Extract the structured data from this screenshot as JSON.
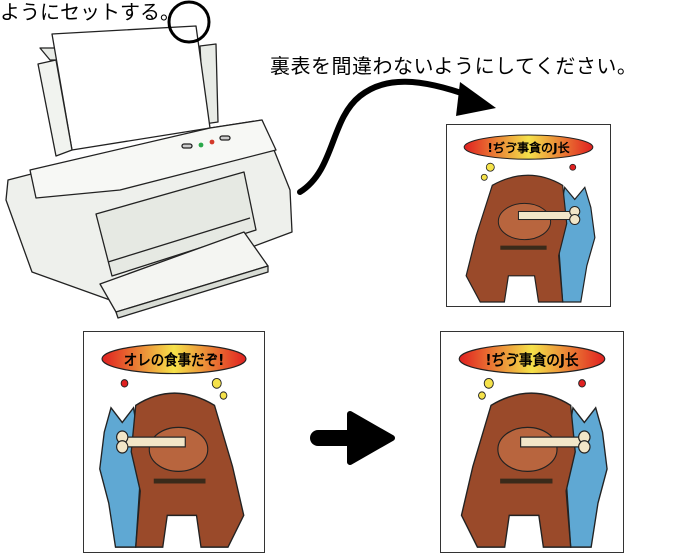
{
  "captions": {
    "top": "ようにセットする。",
    "main": "裏表を間違わないようにしてください。"
  },
  "cards": [
    {
      "id": "card-top-right",
      "bubble": "!ぢゔ事貪のJ长",
      "mirrored": true
    },
    {
      "id": "card-bottom-left",
      "bubble": "オレの食事だぞ!",
      "mirrored": false
    },
    {
      "id": "card-bottom-right",
      "bubble": "!ぢゔ事貪のJ长",
      "mirrored": true
    }
  ],
  "colors": {
    "bubble_red": "#e02020",
    "bubble_yellow": "#f5e24a",
    "bulldog_brown": "#9a4a2a",
    "schnauzer_blue": "#5fa8d3",
    "printer_body": "#eef0ec",
    "led_green": "#2aa84a",
    "led_red": "#d33a2a"
  },
  "icons": [
    "printer-icon",
    "curved-arrow-icon",
    "right-arrow-icon"
  ]
}
